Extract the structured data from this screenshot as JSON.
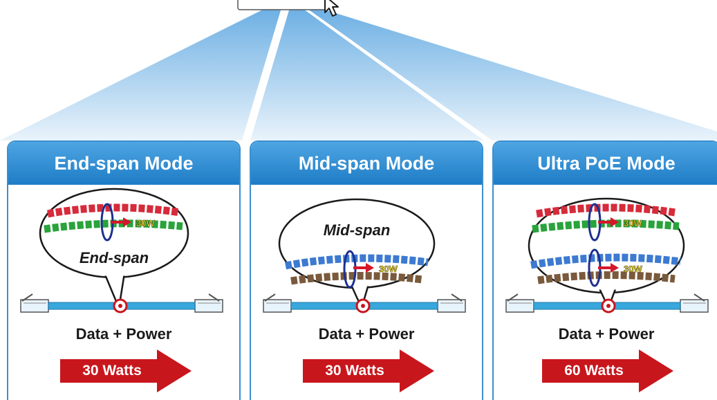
{
  "modes": [
    {
      "title": "End-span Mode",
      "bubble_label": "End-span",
      "cable_label": "30W",
      "caption": "Data + Power",
      "power": "30 Watts"
    },
    {
      "title": "Mid-span Mode",
      "bubble_label": "Mid-span",
      "cable_label": "30W",
      "caption": "Data + Power",
      "power": "30 Watts"
    },
    {
      "title": "Ultra PoE Mode",
      "bubble_label": "",
      "cable_label": "30W",
      "cable_label_2": "30W",
      "caption": "Data + Power",
      "power": "60 Watts"
    }
  ],
  "icons": [
    "mouse-cursor-icon",
    "rj45-connector-icon",
    "power-arrow-icon",
    "wire-coil-icon"
  ],
  "colors": {
    "panel_header": "#2a86cc",
    "arrow_red": "#c8161d",
    "watt_label": "#f5e63a",
    "beam_blue": "#8fc3ea"
  }
}
